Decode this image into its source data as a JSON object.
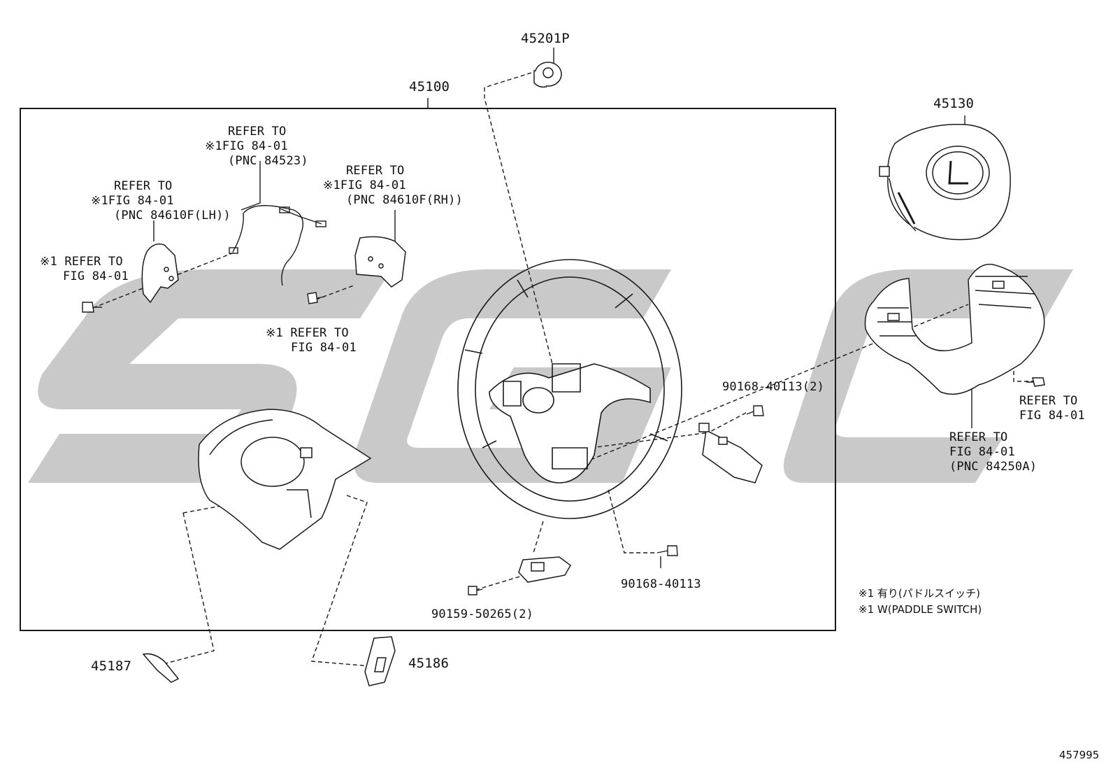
{
  "parts": {
    "p45201P": "45201P",
    "p45100": "45100",
    "p45130": "45130",
    "p45187": "45187",
    "p45186": "45186",
    "p90168_2": "90168-40113(2)",
    "p90168": "90168-40113",
    "p90159": "90159-50265(2)"
  },
  "refs": {
    "pnc84523": [
      "REFER TO",
      "※1FIG 84-01",
      "(PNC 84523)"
    ],
    "pnc84610lh": [
      "REFER TO",
      "※1FIG 84-01",
      "(PNC 84610F(LH))"
    ],
    "pnc84610rh": [
      "REFER TO",
      "※1FIG 84-01",
      "(PNC 84610F(RH))"
    ],
    "fig_left": [
      "※1 REFER TO",
      "FIG 84-01"
    ],
    "fig_center": [
      "※1 REFER TO",
      "FIG 84-01"
    ],
    "fig_right_screw": [
      "REFER TO",
      "FIG 84-01"
    ],
    "pnc84250a": [
      "REFER TO",
      "FIG 84-01",
      "(PNC 84250A)"
    ]
  },
  "notes": [
    "※1 有り(パドルスイッチ)",
    "※1 W(PADDLE SWITCH)"
  ],
  "figure_number": "457995",
  "watermark_text": "SGC",
  "colors": {
    "line": "#1a1a1a",
    "watermark": "#c8c8c8",
    "background": "#ffffff"
  }
}
